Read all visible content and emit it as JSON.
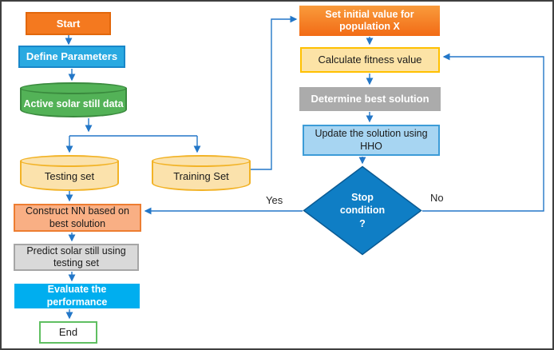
{
  "diagram": {
    "type": "flowchart",
    "nodes": {
      "start": {
        "label": "Start"
      },
      "define_params": {
        "label": "Define Parameters"
      },
      "active_data": {
        "label": "Active solar still data"
      },
      "testing_set": {
        "label": "Testing set"
      },
      "training_set": {
        "label": "Training Set"
      },
      "construct_nn": {
        "label": "Construct NN based on best solution"
      },
      "predict": {
        "label": "Predict solar still using testing set"
      },
      "evaluate": {
        "label": "Evaluate the performance"
      },
      "end": {
        "label": "End"
      },
      "set_initial": {
        "label": "Set initial value for population X"
      },
      "calc_fitness": {
        "label": "Calculate fitness value"
      },
      "determine_best": {
        "label": "Determine best solution"
      },
      "update_solution": {
        "label": "Update the solution using HHO"
      },
      "stop_condition": {
        "lines": [
          "Stop",
          "condition",
          "?"
        ]
      }
    },
    "edge_labels": {
      "yes": "Yes",
      "no": "No"
    },
    "colors": {
      "arrow": "#2377c8",
      "start_fill": "#f4791f",
      "define_fill": "#29a9e1",
      "active_data_fill": "#53b257",
      "dataset_fill": "#fbe2ac",
      "dataset_stroke": "#f2b327",
      "construct_fill": "#f9af84",
      "construct_stroke": "#ed7d31",
      "predict_fill": "#d9d9d9",
      "evaluate_fill": "#00aeef",
      "end_stroke": "#5fbf61",
      "set_initial_fill": "#f4791f",
      "calc_fill": "#fce3a6",
      "calc_stroke": "#ffc000",
      "determine_fill": "#ababab",
      "update_fill": "#a7d5f2",
      "update_stroke": "#3c9cd7",
      "diamond_fill": "#0f7ec5"
    }
  }
}
